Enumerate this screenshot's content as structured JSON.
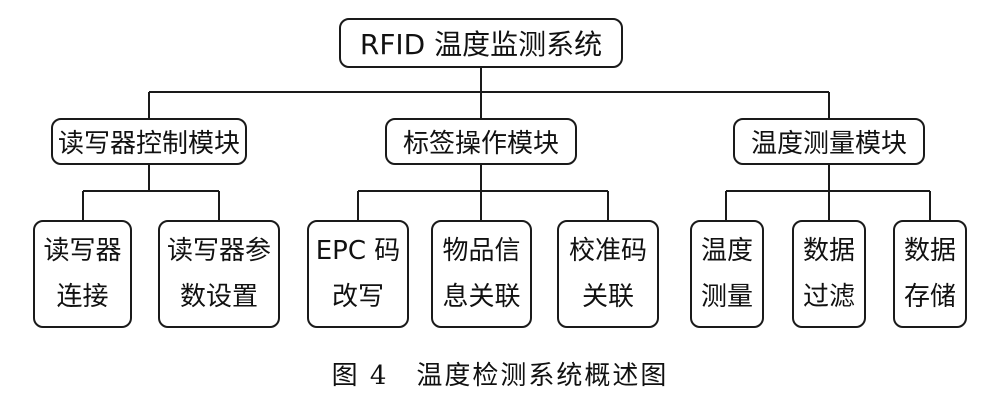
{
  "diagram": {
    "root": {
      "label": "RFID 温度监测系统"
    },
    "modules": [
      {
        "label": "读写器控制模块",
        "children": [
          {
            "lines": [
              "读写器",
              "连接"
            ]
          },
          {
            "lines": [
              "读写器参",
              "数设置"
            ]
          }
        ]
      },
      {
        "label": "标签操作模块",
        "children": [
          {
            "lines": [
              "EPC 码",
              "改写"
            ]
          },
          {
            "lines": [
              "物品信",
              "息关联"
            ]
          },
          {
            "lines": [
              "校准码",
              "关联"
            ]
          }
        ]
      },
      {
        "label": "温度测量模块",
        "children": [
          {
            "lines": [
              "温度",
              "测量"
            ]
          },
          {
            "lines": [
              "数据",
              "过滤"
            ]
          },
          {
            "lines": [
              "数据",
              "存储"
            ]
          }
        ]
      }
    ],
    "caption": "图 4　温度检测系统概述图"
  }
}
